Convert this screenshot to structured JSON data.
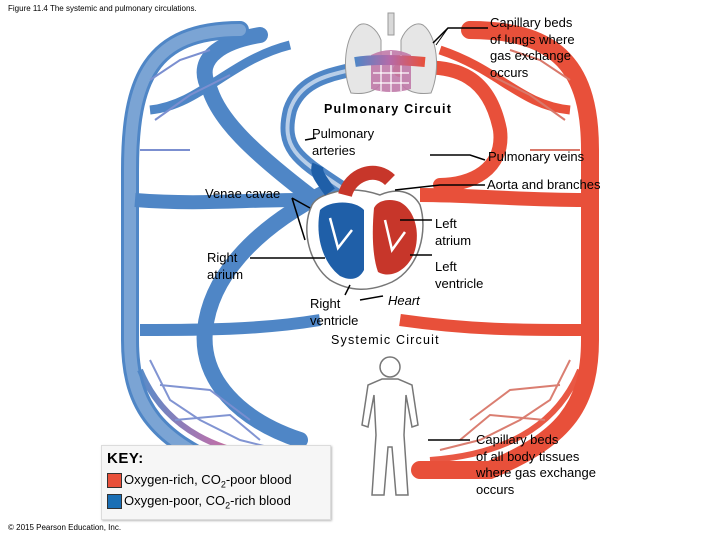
{
  "figure": {
    "caption": "Figure 11.4 The systemic and pulmonary circulations."
  },
  "labels": {
    "lung_capillaries": [
      "Capillary beds",
      "of lungs where",
      "gas exchange",
      "occurs"
    ],
    "pulmonary_circuit": "Pulmonary Circuit",
    "pulmonary_arteries": [
      "Pulmonary",
      "arteries"
    ],
    "pulmonary_veins": "Pulmonary veins",
    "aorta": "Aorta and branches",
    "venae_cavae": "Venae cavae",
    "left_atrium": [
      "Left",
      "atrium"
    ],
    "right_atrium": [
      "Right",
      "atrium"
    ],
    "left_ventricle": [
      "Left",
      "ventricle"
    ],
    "heart": "Heart",
    "right_ventricle": [
      "Right",
      "ventricle"
    ],
    "systemic_circuit": "Systemic Circuit",
    "body_capillaries": [
      "Capillary beds",
      "of all body tissues",
      "where gas exchange",
      "occurs"
    ]
  },
  "key": {
    "title": "KEY:",
    "oxygen_rich": {
      "prefix": "Oxygen-rich, CO",
      "sub": "2",
      "suffix": "-poor blood",
      "color": "#e8503a"
    },
    "oxygen_poor": {
      "prefix": "Oxygen-poor, CO",
      "sub": "2",
      "suffix": "-rich blood",
      "color": "#1a6fb5"
    }
  },
  "copyright": "© 2015 Pearson Education, Inc.",
  "colors": {
    "red": "#e8503a",
    "red_dark": "#c7362a",
    "blue": "#4f86c6",
    "blue_dark": "#1f5fa8",
    "capillary_pink": "#c07aa8",
    "lung": "#e6e6e6"
  }
}
